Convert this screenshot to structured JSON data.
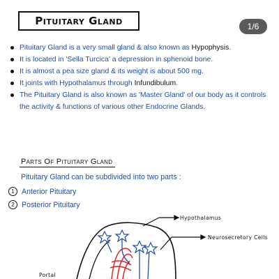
{
  "header": {
    "title": "Pituitary Gland",
    "page_indicator": "1/6"
  },
  "intro_bullets": [
    {
      "text": "Pituitary Gland is a very small gland & also known as ",
      "keyword": "Hypophysis",
      "tail": "."
    },
    {
      "text": "It is located in 'Sella Turcica' a depression in sphenoid bone.",
      "keyword": "",
      "tail": ""
    },
    {
      "text": "It is almost a pea size gland & its weight is about 500 mg.",
      "keyword": "",
      "tail": ""
    },
    {
      "text": "It joints with Hypothalamus through ",
      "keyword": "Infundibulum",
      "tail": "."
    },
    {
      "text": "The Pituitary Gland is also known as 'Master Gland' of our body as it controls the activity & functions of various other Endocrine Glands.",
      "keyword": "",
      "tail": ""
    }
  ],
  "parts_section": {
    "title": "Parts Of Pituitary Gland",
    "intro": "Pituitary Gland can be subdivided into two parts :",
    "items": [
      {
        "number": "1",
        "label": "Anterior Pituitary"
      },
      {
        "number": "2",
        "label": "Posterior Pituitary"
      }
    ]
  },
  "diagram": {
    "labels": {
      "hypothalamus": "Hypothalamus",
      "neurosecretory": "Neurosecretory Cells",
      "portal": "Portal"
    },
    "colors": {
      "vessel": "#e0242a",
      "neuron": "#1f4fa3",
      "outline": "#111111"
    }
  }
}
